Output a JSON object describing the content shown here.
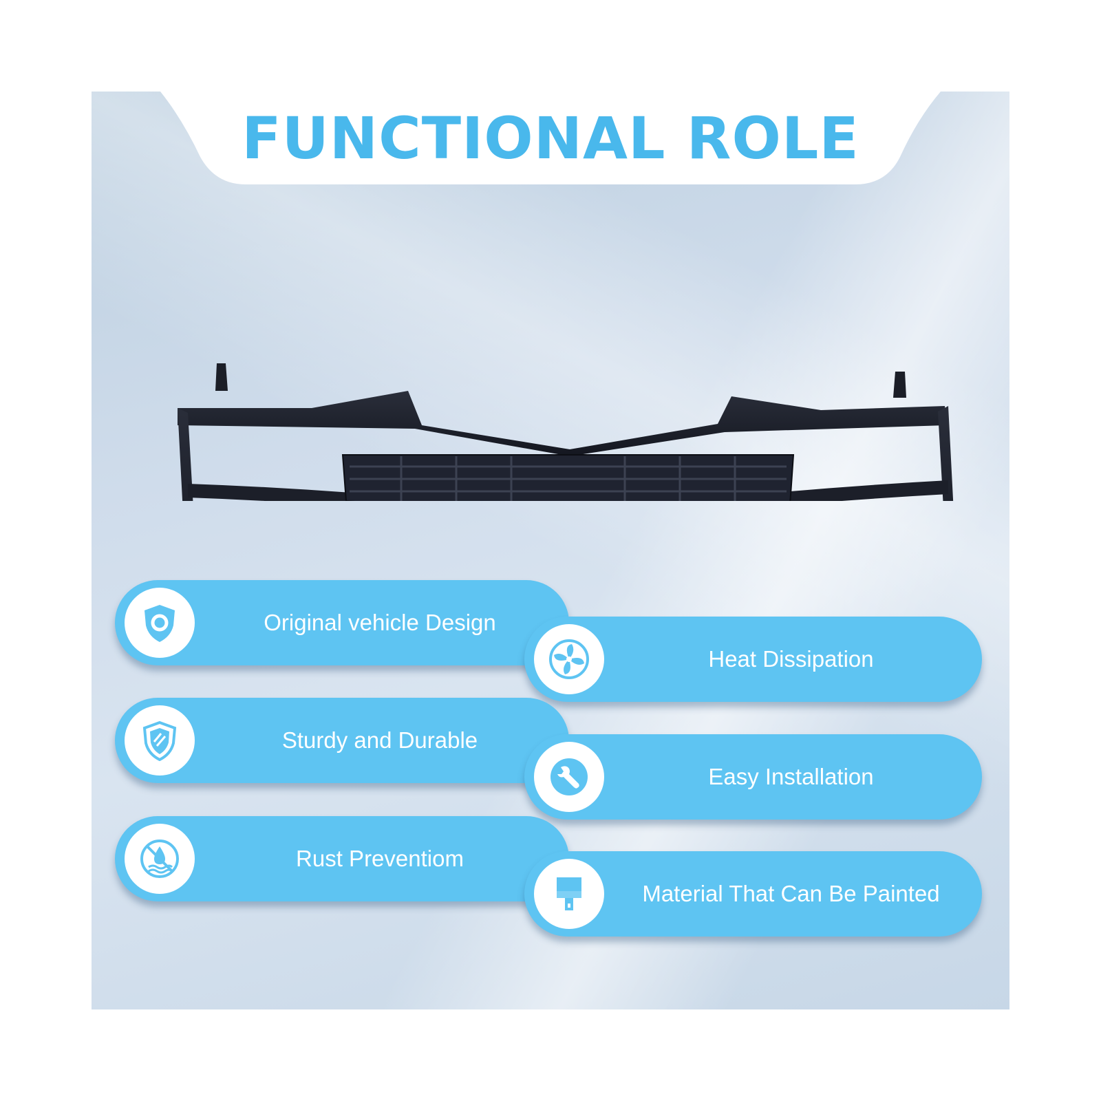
{
  "heading": "FUNCTIONAL ROLE",
  "colors": {
    "accent": "#49b8ec",
    "pill": "#5ec4f2",
    "background": "#c9d9e8",
    "icon": "#5ec4f2"
  },
  "product": {
    "kind": "front grille",
    "icon": "grille-image"
  },
  "features": [
    {
      "label": "Original vehicle Design",
      "icon": "shield-badge-icon"
    },
    {
      "label": "Heat Dissipation",
      "icon": "fan-icon"
    },
    {
      "label": "Sturdy and Durable",
      "icon": "shield-icon"
    },
    {
      "label": "Easy Installation",
      "icon": "wrench-icon"
    },
    {
      "label": "Rust Preventiom",
      "icon": "no-water-icon"
    },
    {
      "label": "Material That Can Be Painted",
      "icon": "paint-brush-icon"
    }
  ]
}
